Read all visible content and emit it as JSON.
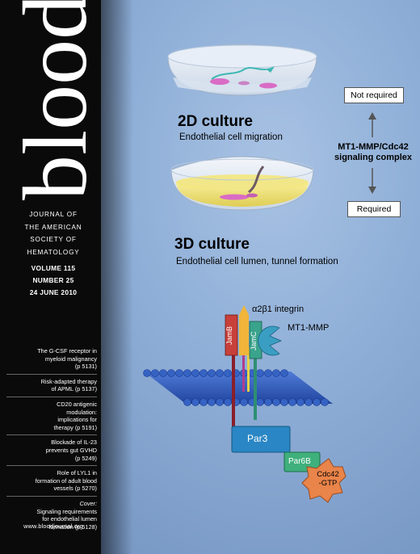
{
  "journal": {
    "title": "blood",
    "description_lines": [
      "JOURNAL OF",
      "THE AMERICAN",
      "SOCIETY OF",
      "HEMATOLOGY"
    ],
    "issue_lines": [
      "VOLUME 115",
      "NUMBER 25",
      "24 JUNE 2010"
    ],
    "url": "www.bloodjournal.org"
  },
  "teasers": [
    {
      "line1": "The G-CSF receptor in",
      "line2": "myeloid malignancy",
      "line3": "(p 5131)"
    },
    {
      "line1": "Risk-adapted therapy",
      "line2": "of APML (p 5137)",
      "line3": ""
    },
    {
      "line1": "CD20 antigenic",
      "line2": "modulation:",
      "line3": "implications for",
      "line4": "therapy (p 5191)"
    },
    {
      "line1": "Blockade of IL-23",
      "line2": "prevents gut GVHD",
      "line3": "(p 5249)"
    },
    {
      "line1": "Role of LYL1 in",
      "line2": "formation of adult blood",
      "line3": "vessels (p 5270)"
    },
    {
      "line1": "Cover:",
      "line2": "Signaling requirements",
      "line3": "for endothelial lumen",
      "line4": "formation (p 5128)"
    }
  ],
  "figure": {
    "culture_2d": {
      "title": "2D culture",
      "subtitle": "Endothelial cell migration"
    },
    "culture_3d": {
      "title": "3D culture",
      "subtitle": "Endothelial cell lumen, tunnel formation"
    },
    "not_required": "Not required",
    "required": "Required",
    "complex_line1": "MT1-MMP/Cdc42",
    "complex_line2": "signaling complex",
    "integrin": "α2β1 integrin",
    "mt1mmp": "MT1-MMP",
    "jamb": "JamB",
    "jamc": "JamC",
    "par3": "Par3",
    "par6b": "Par6B",
    "cdc42_line1": "Cdc42",
    "cdc42_line2": "-GTP"
  },
  "colors": {
    "sidebar": "#0a0a0a",
    "background": "#8eaed7",
    "membrane": "#2c55b8",
    "par3": "#2a86c4",
    "par6b": "#3fb07c",
    "cdc42": "#e9844a",
    "jamb": "#c8403a",
    "jamc": "#3aa38c",
    "mt1mmp": "#3a9ec2",
    "integrin": "#f0b53a"
  }
}
